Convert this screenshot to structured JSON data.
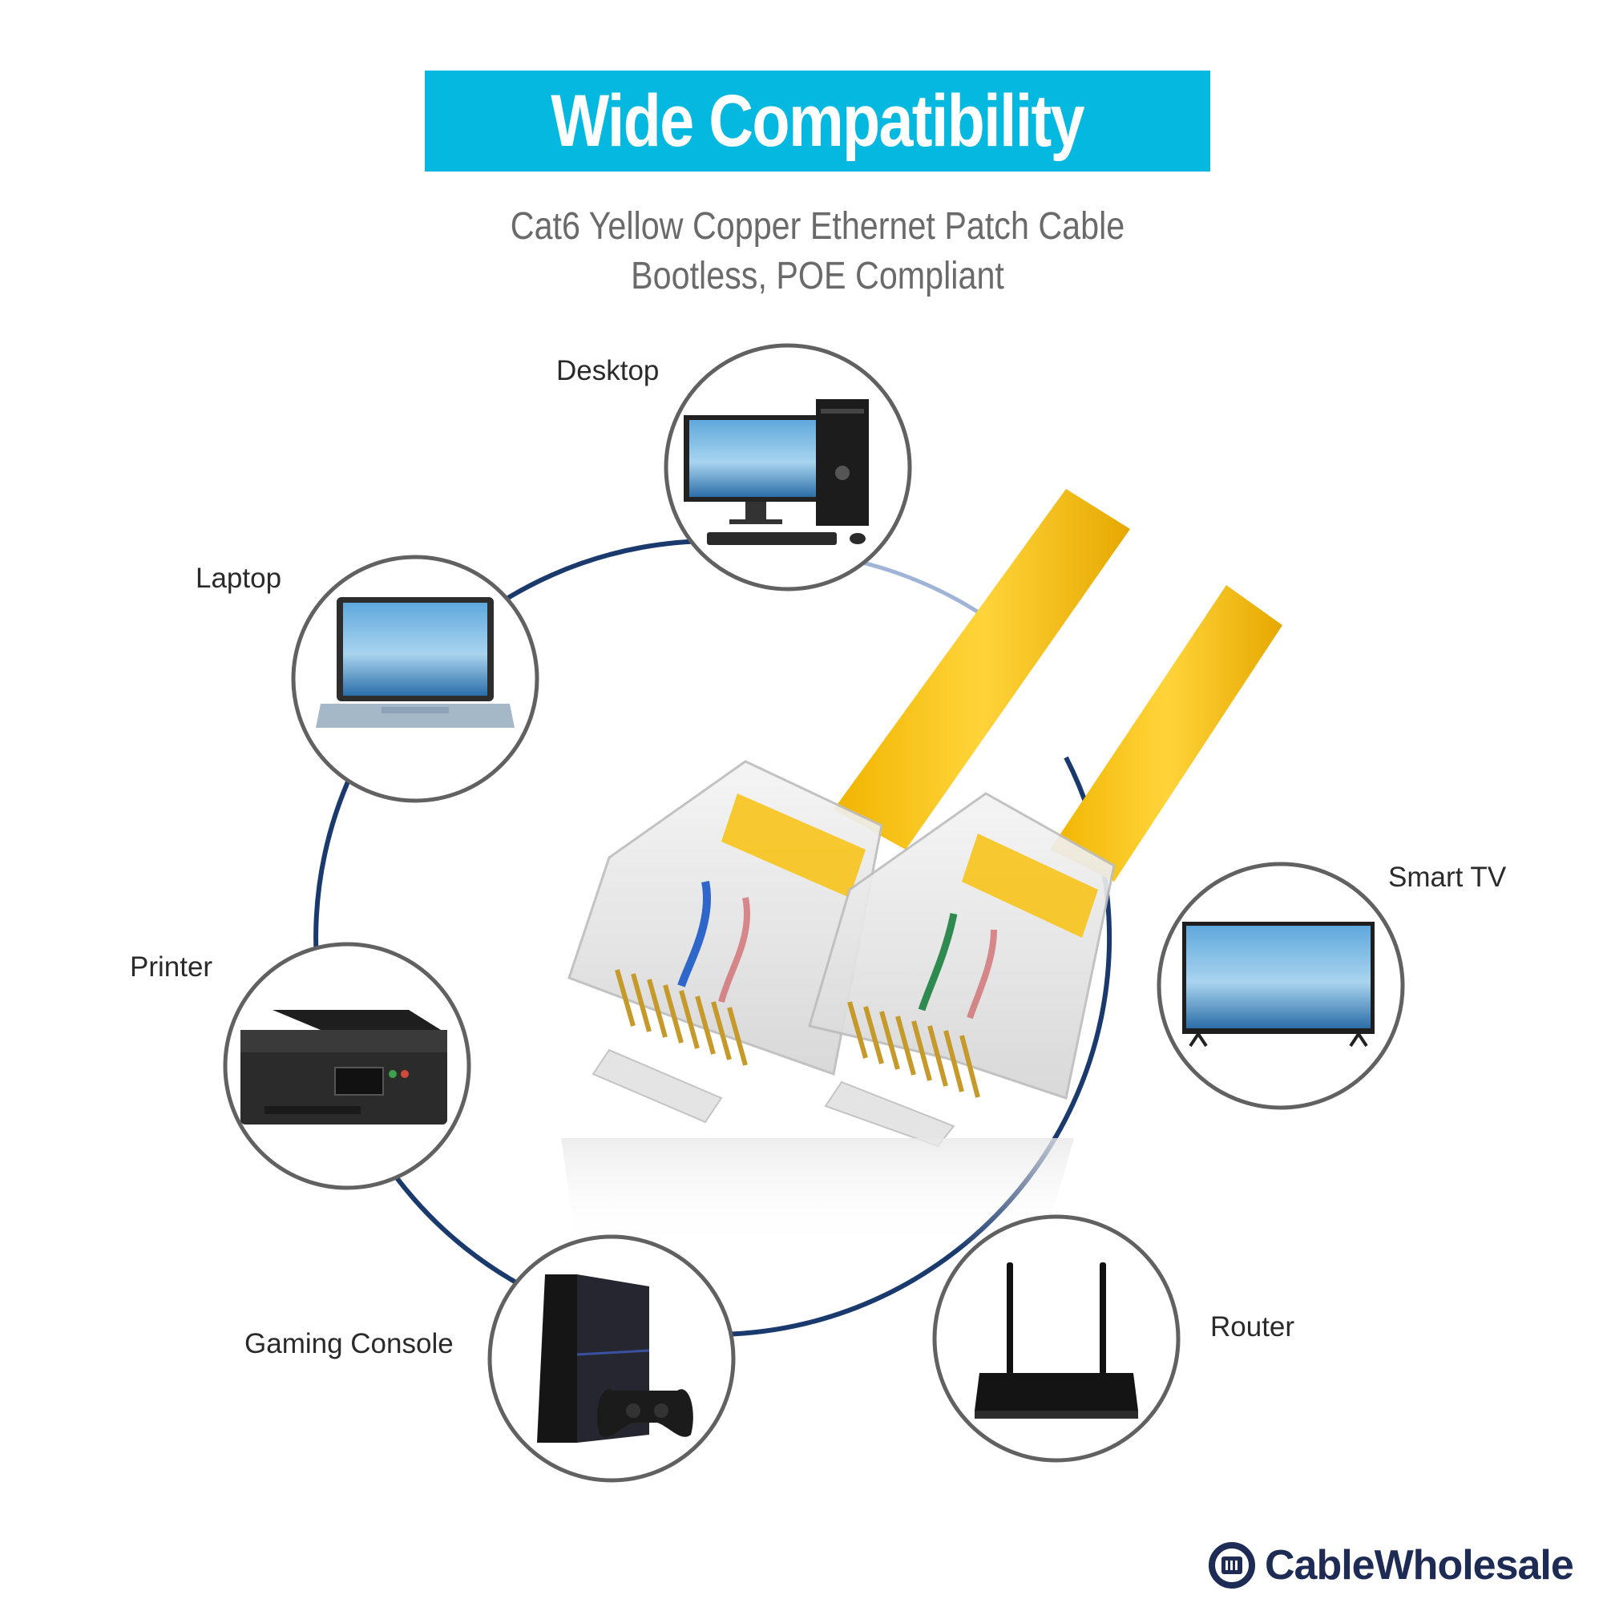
{
  "header": {
    "title": "Wide Compatibility",
    "subtitle_line1": "Cat6 Yellow Copper Ethernet Patch Cable",
    "subtitle_line2": "Bootless, POE Compliant"
  },
  "devices": [
    {
      "label": "Desktop",
      "icon": "desktop-icon"
    },
    {
      "label": "Laptop",
      "icon": "laptop-icon"
    },
    {
      "label": "Printer",
      "icon": "printer-icon"
    },
    {
      "label": "Gaming Console",
      "icon": "gaming-console-icon"
    },
    {
      "label": "Router",
      "icon": "router-icon"
    },
    {
      "label": "Smart TV",
      "icon": "smart-tv-icon"
    }
  ],
  "brand": {
    "name": "CableWholesale"
  },
  "colors": {
    "banner": "#05b8df",
    "ring": "#1a3a6e",
    "cable": "#f7c31a",
    "brand": "#1d2b55"
  }
}
